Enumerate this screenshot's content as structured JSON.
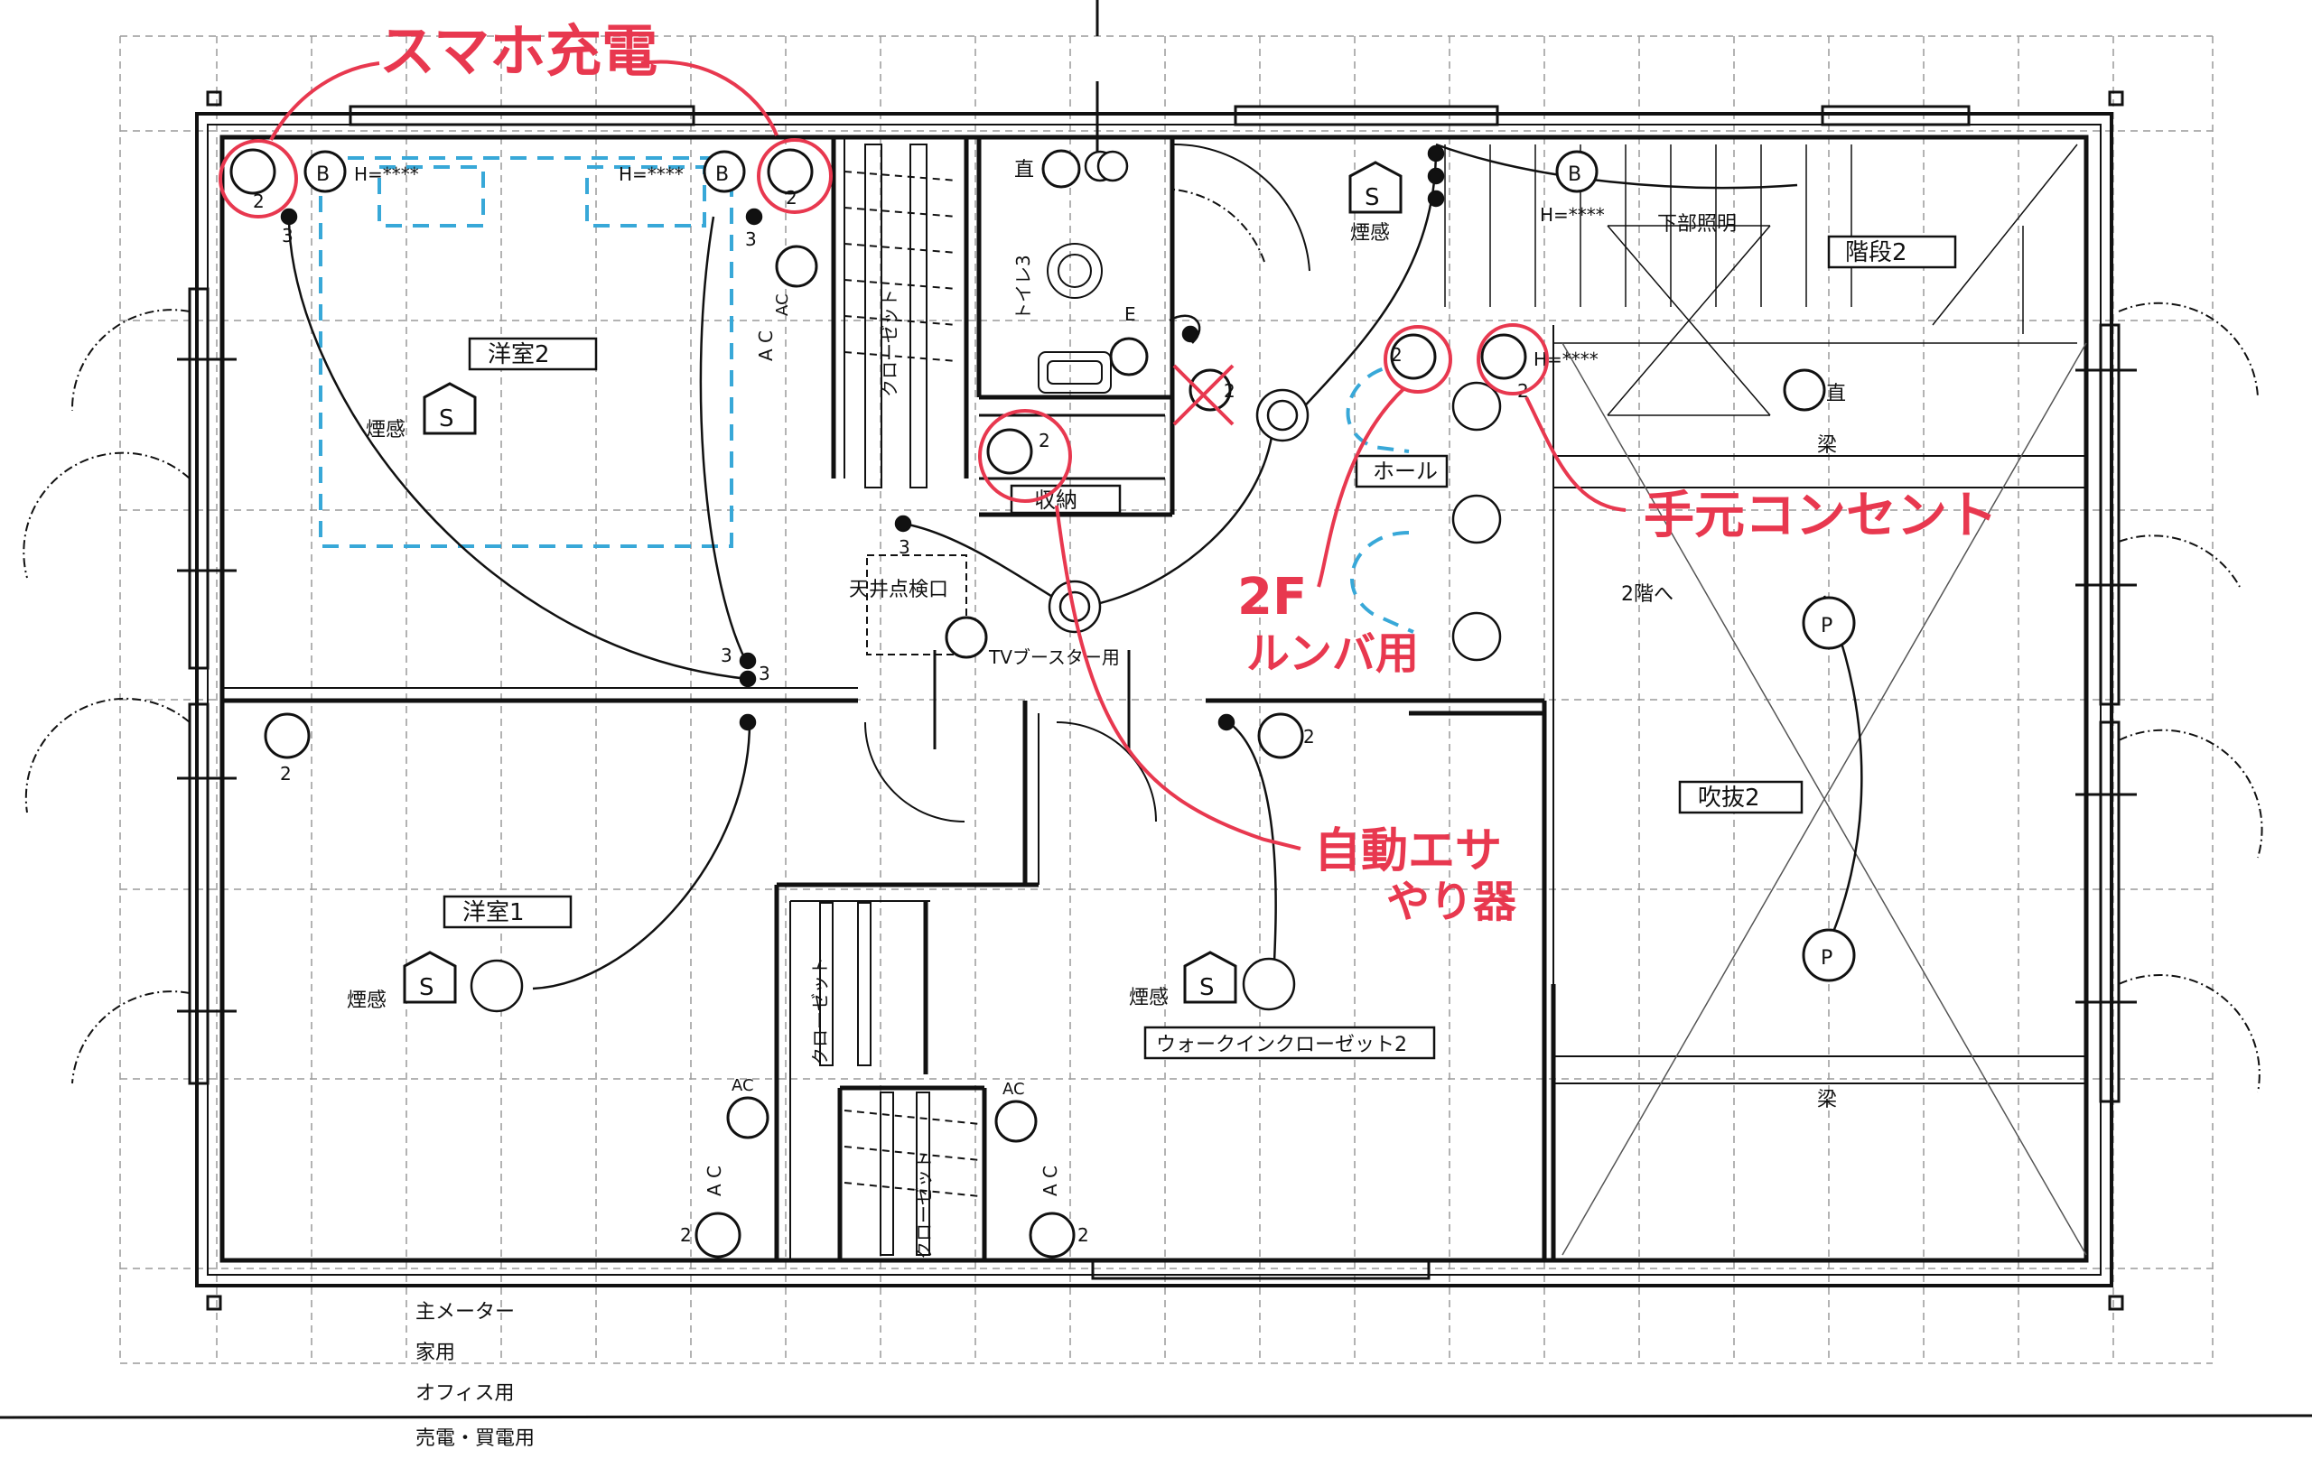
{
  "rooms": {
    "western2": "洋室2",
    "western1": "洋室1",
    "closet_top": "クローゼット",
    "closet_left": "クローゼット",
    "closet_mid": "クローゼット",
    "toilet": "トイレ3",
    "storage": "収納",
    "hall": "ホール",
    "stairs": "階段2",
    "void": "吹抜2",
    "walkin": "ウォークインクローゼット2",
    "ceiling_hatch": "天井点検口"
  },
  "labels": {
    "smoke": "煙感",
    "h_mark": "H=****",
    "ac": "A C",
    "ac_short": "AC",
    "direct": "直",
    "beam": "梁",
    "downlight": "下部照明",
    "to_2f": "2階へ",
    "tv_booster": "TVブースター用",
    "s_mark": "S",
    "b_mark": "B",
    "p_mark": "P",
    "e_mark": "E",
    "num2": "2",
    "num3": "3"
  },
  "legend": {
    "item1": "主メーター",
    "item2": "家用",
    "item3": "オフィス用",
    "item4": "売電・買電用"
  },
  "annotations": {
    "phone_charge": "スマホ充電",
    "hand_outlet": "手元コンセント",
    "roomba_line1": "2F",
    "roomba_line2": "ルンバ用",
    "auto_feeder_line1": "自動エサ",
    "auto_feeder_line2": "やり器"
  },
  "colors": {
    "ink": "#111111",
    "grid": "#9a9a9a",
    "annotation": "#e8384f",
    "furniture": "#38a8d8"
  }
}
